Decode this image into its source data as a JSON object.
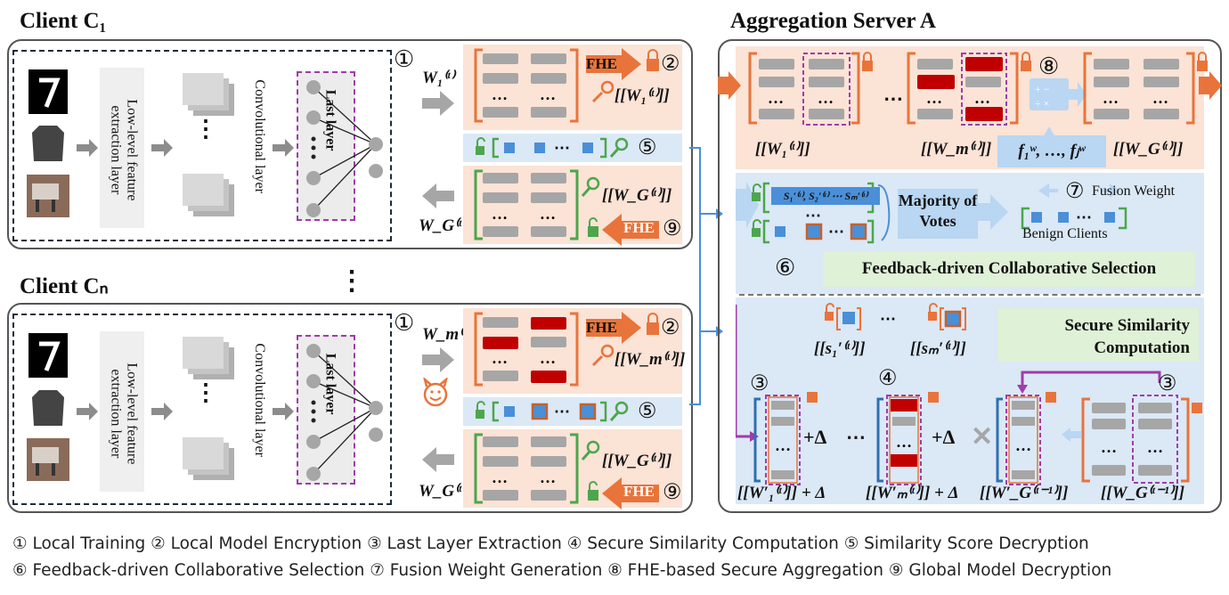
{
  "client1": {
    "title": "Client C₁",
    "feature_label": "Low-level feature extraction layer",
    "conv_label": "Convolutional layer",
    "last_layer": "Last layer",
    "weight_up": "W₁⁽ᵗ⁾",
    "enc_weight": "[[W₁⁽ᵗ⁾]]",
    "global_enc": "[[W_G⁽ᵗ⁾]]",
    "weight_down": "W_G⁽ᵗ⁾"
  },
  "clientn": {
    "title": "Client Cₙ",
    "feature_label": "Low-level feature extraction layer",
    "conv_label": "Convolutional layer",
    "last_layer": "Last layer",
    "weight_up": "W_m⁽ᵗ⁾",
    "enc_weight": "[[W_m⁽ᵗ⁾]]",
    "global_enc": "[[W_G⁽ᵗ⁾]]",
    "weight_down": "W_G⁽ᵗ⁾"
  },
  "fhe_label": "FHE",
  "dots": "⋯",
  "vdots": "⋮",
  "step_marks": {
    "s1": "①",
    "s2": "②",
    "s3": "③",
    "s4": "④",
    "s5": "⑤",
    "s6": "⑥",
    "s7": "⑦",
    "s8": "⑧",
    "s9": "⑨"
  },
  "server": {
    "title": "Aggregation Server A",
    "w1": "[[W₁⁽ᵗ⁾]]",
    "wm": "[[W_m⁽ᵗ⁾]]",
    "wg": "[[W_G⁽ᵗ⁾]]",
    "fusion_f": "f₁ʷ, …, fⱼʷ",
    "fusion_weight": "Fusion Weight",
    "scores": "S₁′⁽ᵗ⁾, S₂′⁽ᵗ⁾ ⋯ Sₘ′⁽ᵗ⁾",
    "majority": "Majority of Votes",
    "benign": "Benign Clients",
    "feedback": "Feedback-driven Collaborative Selection",
    "secure_sim": "Secure Similarity Computation",
    "s1": "[[s₁′⁽ᵗ⁾]]",
    "sm": "[[sₘ′⁽ᵗ⁾]]",
    "w1p": "[[W′₁⁽ᵗ⁾]] + Δ",
    "wmp": "[[W′ₘ⁽ᵗ⁾]] + Δ",
    "wgprev": "[[W′_G⁽ᵗ⁻¹⁾]]",
    "wgprev2": "[[W_G⁽ᵗ⁻¹⁾]]",
    "plus_delta": "+Δ"
  },
  "legend": {
    "line1": "① Local Training ② Local Model Encryption ③ Last Layer Extraction ④ Secure Similarity Computation ⑤ Similarity Score Decryption",
    "line2": "⑥ Feedback-driven Collaborative Selection ⑦ Fusion Weight Generation ⑧ FHE-based Secure Aggregation ⑨ Global Model Decryption"
  },
  "colors": {
    "orange": "#e8743b",
    "red": "#c00000",
    "blue": "#4a8fd8",
    "green": "#4ca64c",
    "purple": "#a03ca8",
    "grey": "#a6a6a6"
  }
}
